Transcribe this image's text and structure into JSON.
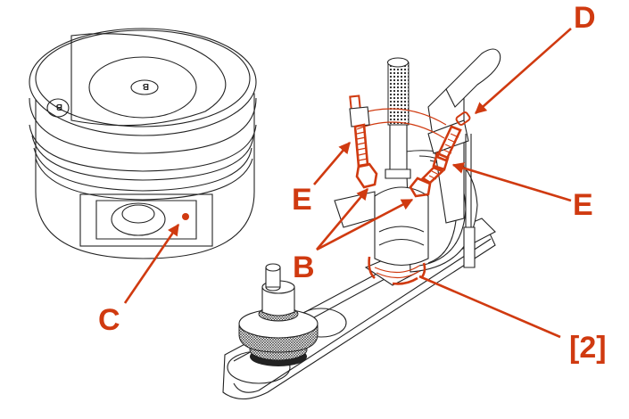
{
  "figure": {
    "title": "Piston pin bushing tool assembly",
    "accent_color": "#d03a10",
    "labels": {
      "C": "C",
      "D": "D",
      "E_left": "E",
      "E_right": "E",
      "B": "B",
      "ref": "[2]"
    },
    "piston_marks": [
      "B",
      "B"
    ]
  }
}
